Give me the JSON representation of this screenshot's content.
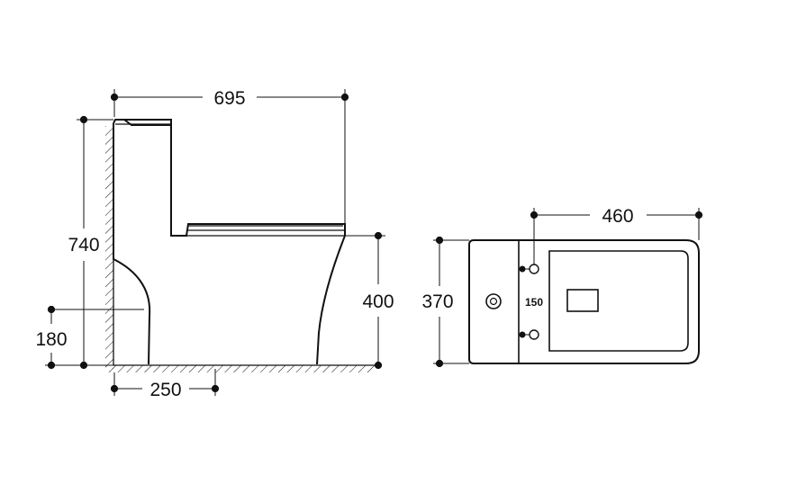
{
  "side_view": {
    "total_length": "695",
    "total_height": "740",
    "outlet_height": "180",
    "bowl_height": "400",
    "outlet_distance": "250"
  },
  "top_view": {
    "width": "460",
    "depth": "370",
    "bolt_spacing": "150"
  },
  "colors": {
    "line": "#111111",
    "background": "#ffffff"
  }
}
